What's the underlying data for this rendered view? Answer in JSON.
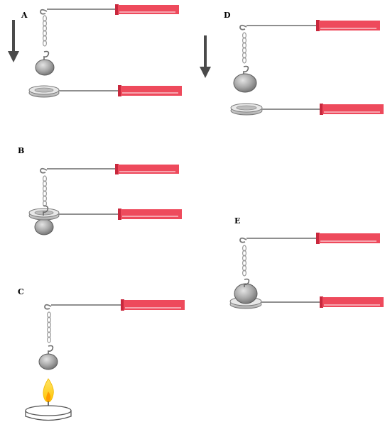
{
  "panels": [
    {
      "id": "A",
      "label": "A"
    },
    {
      "id": "B",
      "label": "B"
    },
    {
      "id": "C",
      "label": "C"
    },
    {
      "id": "D",
      "label": "D"
    },
    {
      "id": "E",
      "label": "E"
    }
  ],
  "colors": {
    "handle_red": "#ee4a5c",
    "handle_dark": "#c8283d",
    "rod_gray": "#8f8f8f",
    "chain_gray": "#9a9a9a",
    "ball_fill": "#a9a9a9",
    "ball_stroke": "#5c5c5c",
    "ring_fill": "#cfcfcf",
    "arrow_dark": "#4a4a4a",
    "flame_outer": "#ffd21f",
    "flame_inner": "#ff9a00"
  },
  "icons": [
    "down-arrow-icon",
    "hook-icon",
    "chain-icon",
    "metal-ball-icon",
    "metal-ring-icon",
    "handle-icon",
    "flame-icon",
    "burner-dish-icon"
  ]
}
